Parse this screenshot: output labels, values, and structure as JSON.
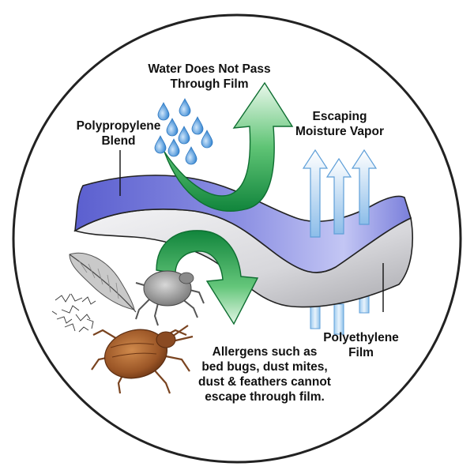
{
  "labels": {
    "water": [
      "Water Does Not Pass",
      "Through Film"
    ],
    "polypropylene": [
      "Polypropylene",
      "Blend"
    ],
    "vapor": [
      "Escaping",
      "Moisture Vapor"
    ],
    "polyethylene": [
      "Polyethylene",
      "Film"
    ],
    "allergens": [
      "Allergens such as",
      "bed bugs, dust mites,",
      "dust & feathers cannot",
      "escape through film."
    ]
  },
  "colors": {
    "circle_border": "#222222",
    "top_layer": "#6f74d6",
    "top_layer_light": "#b9bdf2",
    "bottom_layer": "#e3e3e6",
    "green_arrow": "#1e9b4c",
    "green_arrow_light": "#d8f3dd",
    "vapor_arrow": "#9cc8ef",
    "water_drop": "#3f8fd6",
    "bedbug": "#9c5a2c"
  },
  "icons": [
    "water-drop-icon",
    "feather-icon",
    "dust-mite-icon",
    "bed-bug-icon",
    "dust-fibers-icon"
  ]
}
